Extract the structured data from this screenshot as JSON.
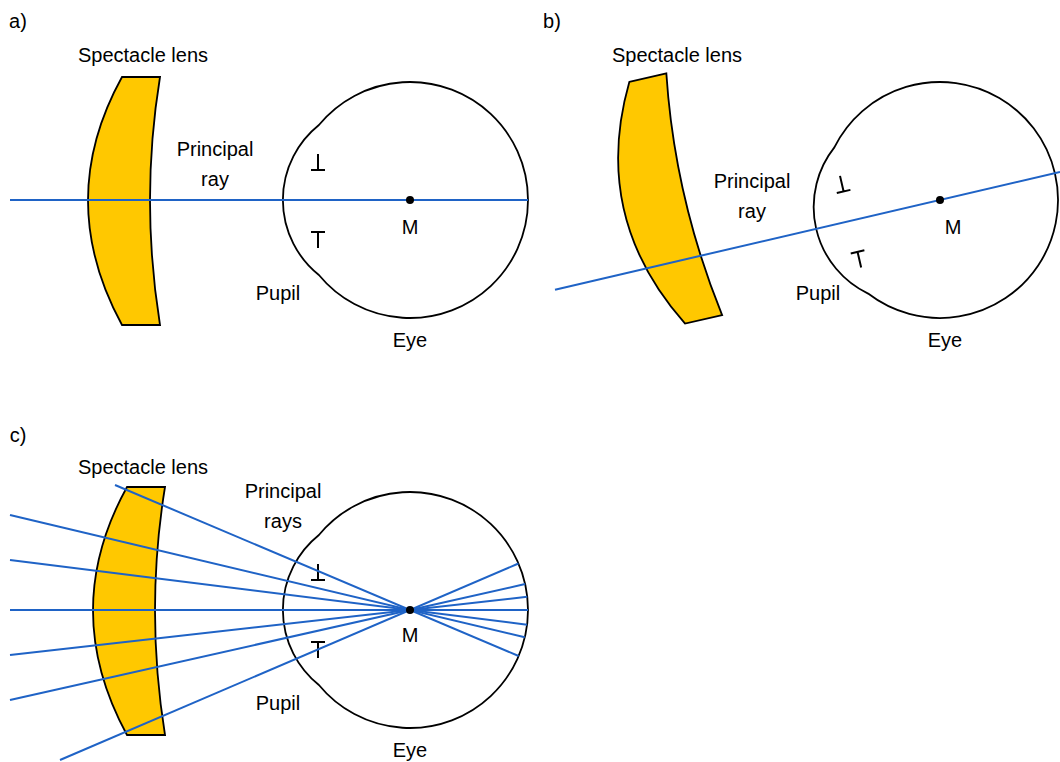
{
  "diagram": {
    "labels": [
      "a)",
      "Spectacle lens",
      "Principal ray",
      "M",
      "Pupil",
      "Eye",
      "b)",
      "Spectacle lens",
      "Principal ray",
      "M",
      "Pupil",
      "Eye",
      "c)",
      "Spectacle lens",
      "Principal rays",
      "M",
      "Pupil",
      "Eye"
    ]
  }
}
